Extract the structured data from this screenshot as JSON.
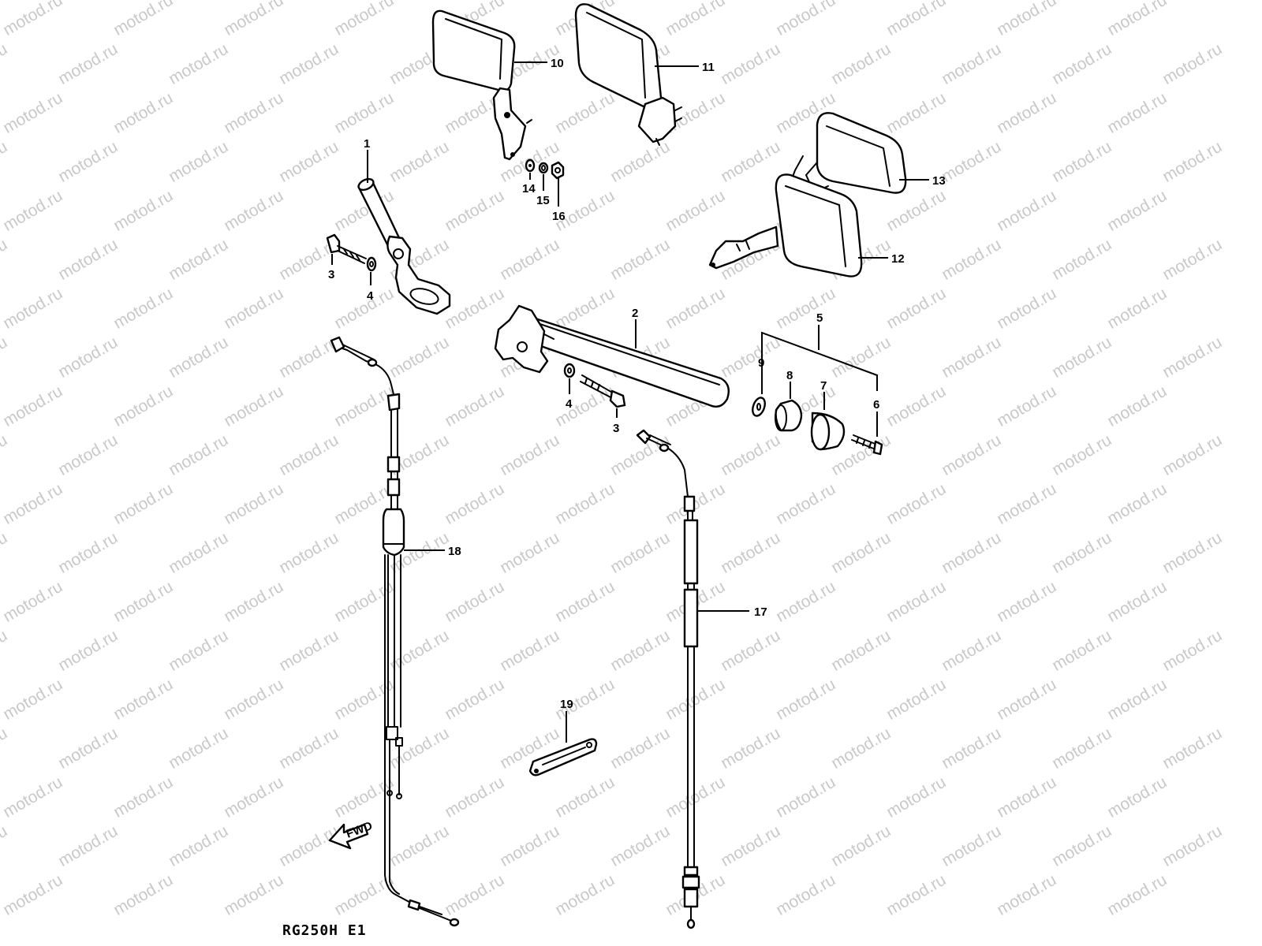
{
  "watermark": "motod.ru",
  "model_code": "RG250H E1",
  "fwd_label": "FWD",
  "callouts": [
    {
      "id": "callout-1",
      "label": "1"
    },
    {
      "id": "callout-2",
      "label": "2"
    },
    {
      "id": "callout-3-left",
      "label": "3"
    },
    {
      "id": "callout-3-right",
      "label": "3"
    },
    {
      "id": "callout-4-left",
      "label": "4"
    },
    {
      "id": "callout-4-right",
      "label": "4"
    },
    {
      "id": "callout-5",
      "label": "5"
    },
    {
      "id": "callout-6",
      "label": "6"
    },
    {
      "id": "callout-7",
      "label": "7"
    },
    {
      "id": "callout-8",
      "label": "8"
    },
    {
      "id": "callout-9",
      "label": "9"
    },
    {
      "id": "callout-10",
      "label": "10"
    },
    {
      "id": "callout-11",
      "label": "11"
    },
    {
      "id": "callout-12",
      "label": "12"
    },
    {
      "id": "callout-13",
      "label": "13"
    },
    {
      "id": "callout-14",
      "label": "14"
    },
    {
      "id": "callout-15",
      "label": "15"
    },
    {
      "id": "callout-16",
      "label": "16"
    },
    {
      "id": "callout-17",
      "label": "17"
    },
    {
      "id": "callout-18",
      "label": "18"
    },
    {
      "id": "callout-19",
      "label": "19"
    }
  ]
}
